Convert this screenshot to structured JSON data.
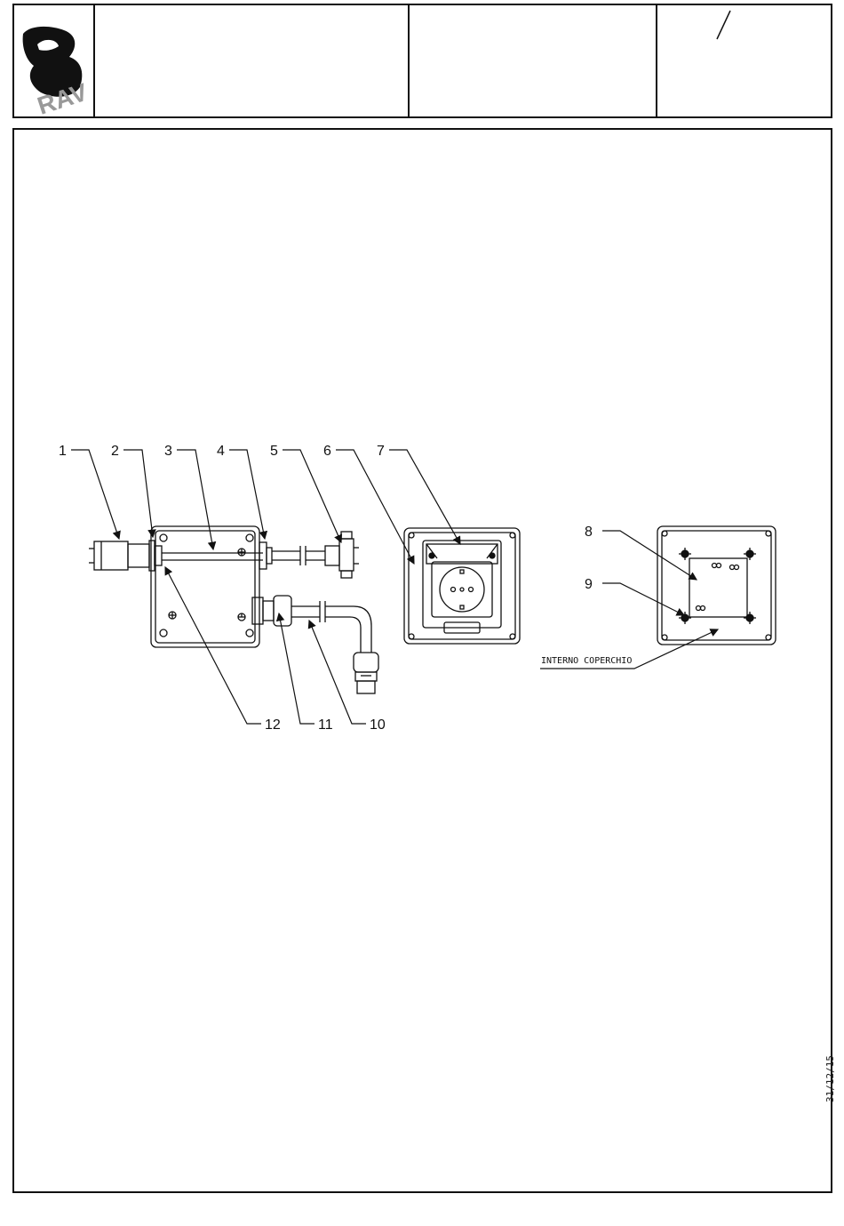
{
  "header": {
    "logo_text": "RAV",
    "sheet_mark": "/"
  },
  "diagram": {
    "callouts_top": [
      "1",
      "2",
      "3",
      "4",
      "5",
      "6",
      "7"
    ],
    "callouts_right": [
      "8",
      "9"
    ],
    "callouts_bottom": [
      "12",
      "11",
      "10"
    ],
    "lid_note": "INTERNO COPERCHIO"
  },
  "footer": {
    "date": "31/12/15"
  }
}
